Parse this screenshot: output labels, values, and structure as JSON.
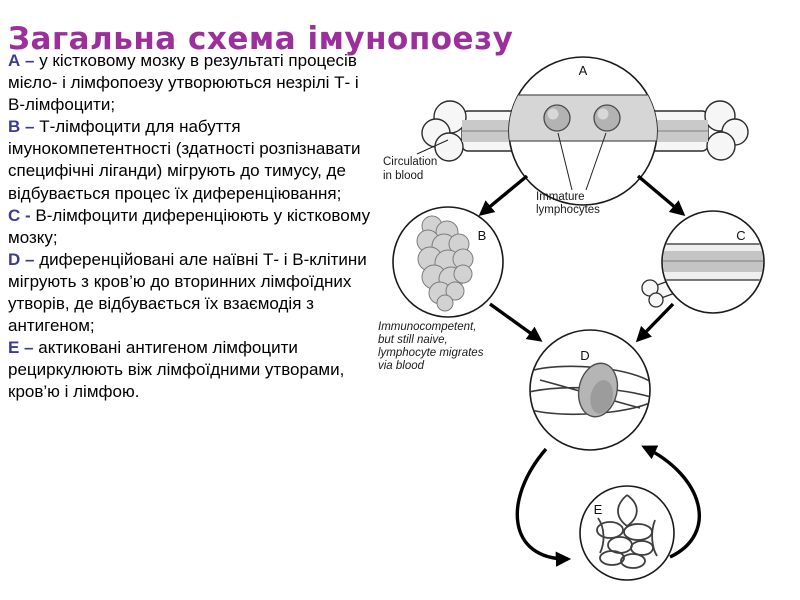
{
  "slide": {
    "title": "Загальна схема імунопоезу",
    "colors": {
      "title": "#9c2f9c",
      "lead": "#3c3c94",
      "body": "#000000"
    },
    "paragraphs": [
      {
        "lead": "А –",
        "text": "у кістковому мозку в результаті процесів мієло- і лімфопоезу утворюються незрілі Т- і В-лімфоцити;"
      },
      {
        "lead": "В –",
        "text": "Т-лімфоцити для набуття імунокомпетентності (здатності розпізнавати специфічні ліганди) мігрують до тимусу, де відбувається процес їх диференціювання;"
      },
      {
        "lead": "С -",
        "text": "В-лімфоцити диференціюють у кістковому мозку;"
      },
      {
        "lead": "D –",
        "text": "диференційовані але наївні Т- і В-клітини мігрують з кров’ю до вторинних лімфоїдних утворів, де відбувається їх взаємодія з антигеном;"
      },
      {
        "lead": "Е –",
        "text": "актиковані антигеном лімфоцити рециркулюють віж лімфоїдними утворами, кров’ю і лімфою."
      }
    ]
  },
  "diagram": {
    "letters": {
      "a": "A",
      "b": "B",
      "c": "C",
      "d": "D",
      "e": "E"
    },
    "circulation_lines": [
      "Circulation",
      "in blood"
    ],
    "immature_lines": [
      "Immature",
      "lymphocytes"
    ],
    "immuno_lines": [
      "Immunocompetent,",
      "but still naive,",
      "lymphocyte migrates",
      "via blood"
    ]
  }
}
